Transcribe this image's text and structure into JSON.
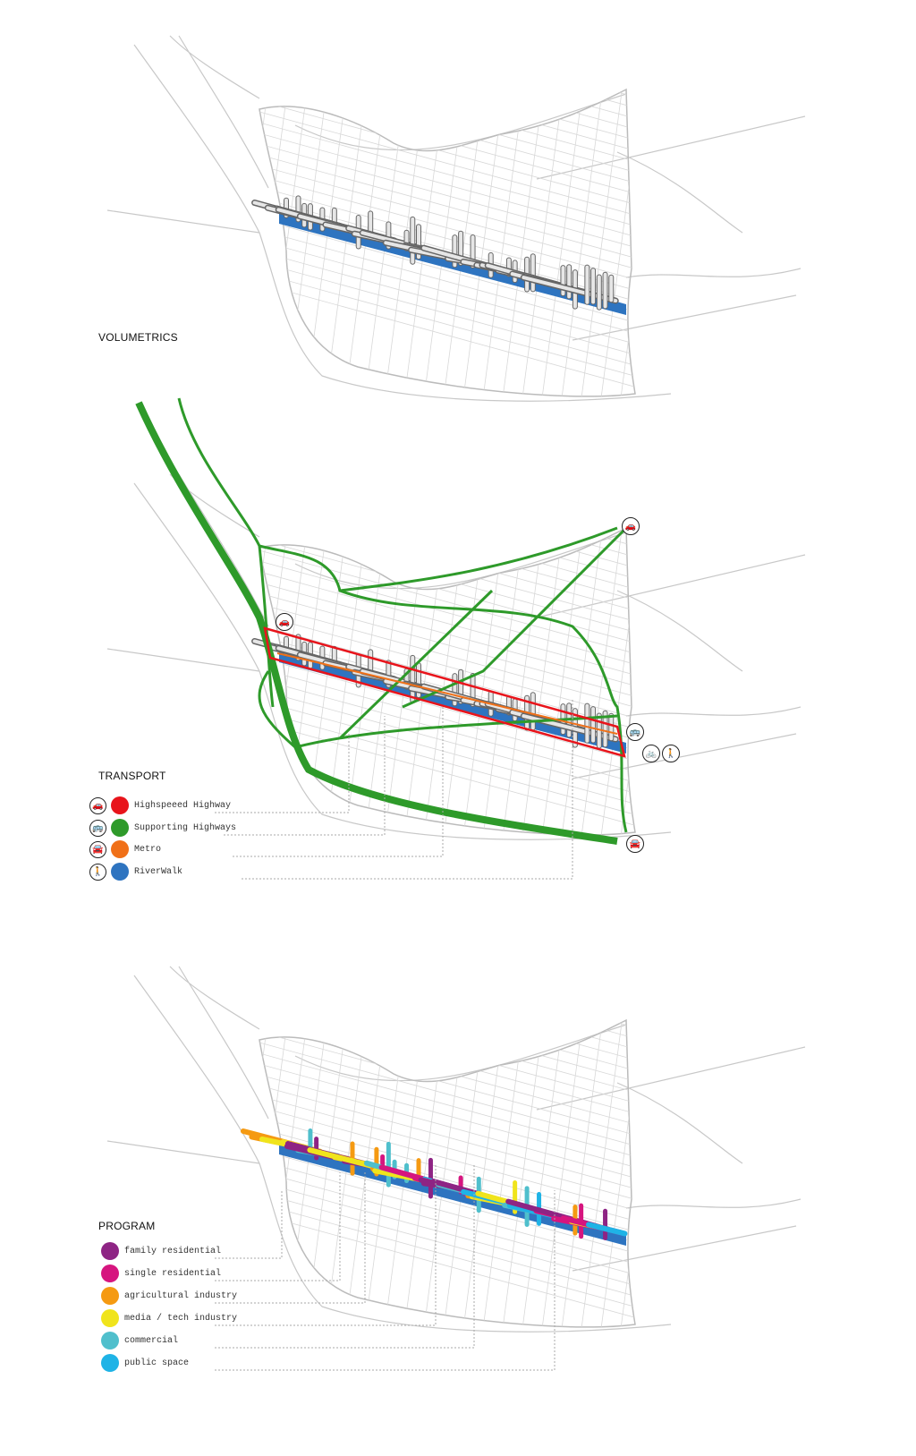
{
  "panels": {
    "volumetrics": {
      "title": "VOLUMETRICS"
    },
    "transport": {
      "title": "TRANSPORT",
      "legend": [
        {
          "label": "Highspeeed Highway",
          "color": "#e8141b",
          "icon": "car-fast-icon",
          "glyph": "🚗"
        },
        {
          "label": "Supporting Highways",
          "color": "#2e9a2a",
          "icon": "bus-icon",
          "glyph": "🚌"
        },
        {
          "label": "Metro",
          "color": "#f07018",
          "icon": "car-icon",
          "glyph": "🚘"
        },
        {
          "label": "RiverWalk",
          "color": "#2e74c0",
          "icon": "pedestrian-icon",
          "glyph": "🚶"
        }
      ]
    },
    "program": {
      "title": "PROGRAM",
      "legend": [
        {
          "label": "family residential",
          "color": "#8e2484"
        },
        {
          "label": "single residential",
          "color": "#d6157f"
        },
        {
          "label": "agricultural industry",
          "color": "#f59a12"
        },
        {
          "label": "media / tech industry",
          "color": "#f0e41c"
        },
        {
          "label": "commercial",
          "color": "#4fbfcc"
        },
        {
          "label": "public space",
          "color": "#1fb3e6"
        }
      ]
    }
  },
  "colors": {
    "base_lines": "#c8c8c8",
    "grid": "#d8d8d8",
    "volume": "#e6e6e6",
    "river": "#2e74c0"
  }
}
